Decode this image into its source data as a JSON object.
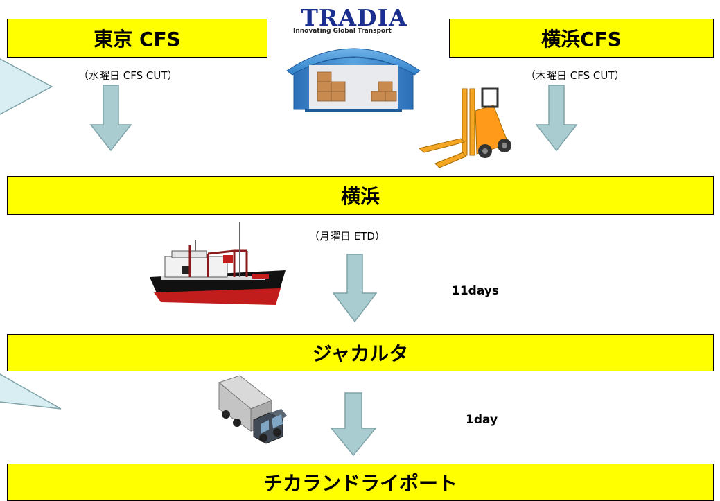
{
  "logo": {
    "name": "TRADIA",
    "tagline": "Innovating Global Transport"
  },
  "nodes": {
    "tokyo_cfs": {
      "label": "東京 CFS",
      "note": "（水曜日 CFS CUT）"
    },
    "yokohama_cfs": {
      "label": "横浜CFS",
      "note": "（木曜日 CFS CUT）"
    },
    "yokohama": {
      "label": "横浜",
      "note": "（月曜日 ETD）"
    },
    "jakarta": {
      "label": "ジャカルタ"
    },
    "cikarang": {
      "label": "チカランドライポート"
    }
  },
  "durations": {
    "sea": "11days",
    "truck": "1day"
  },
  "colors": {
    "box": "#ffff00",
    "arrow": "#a9ccd1",
    "arrow_stroke": "#7fa3a8",
    "callout": "#d8eef2"
  },
  "icons": [
    "warehouse-icon",
    "forklift-icon",
    "cargo-ship-icon",
    "truck-icon"
  ]
}
